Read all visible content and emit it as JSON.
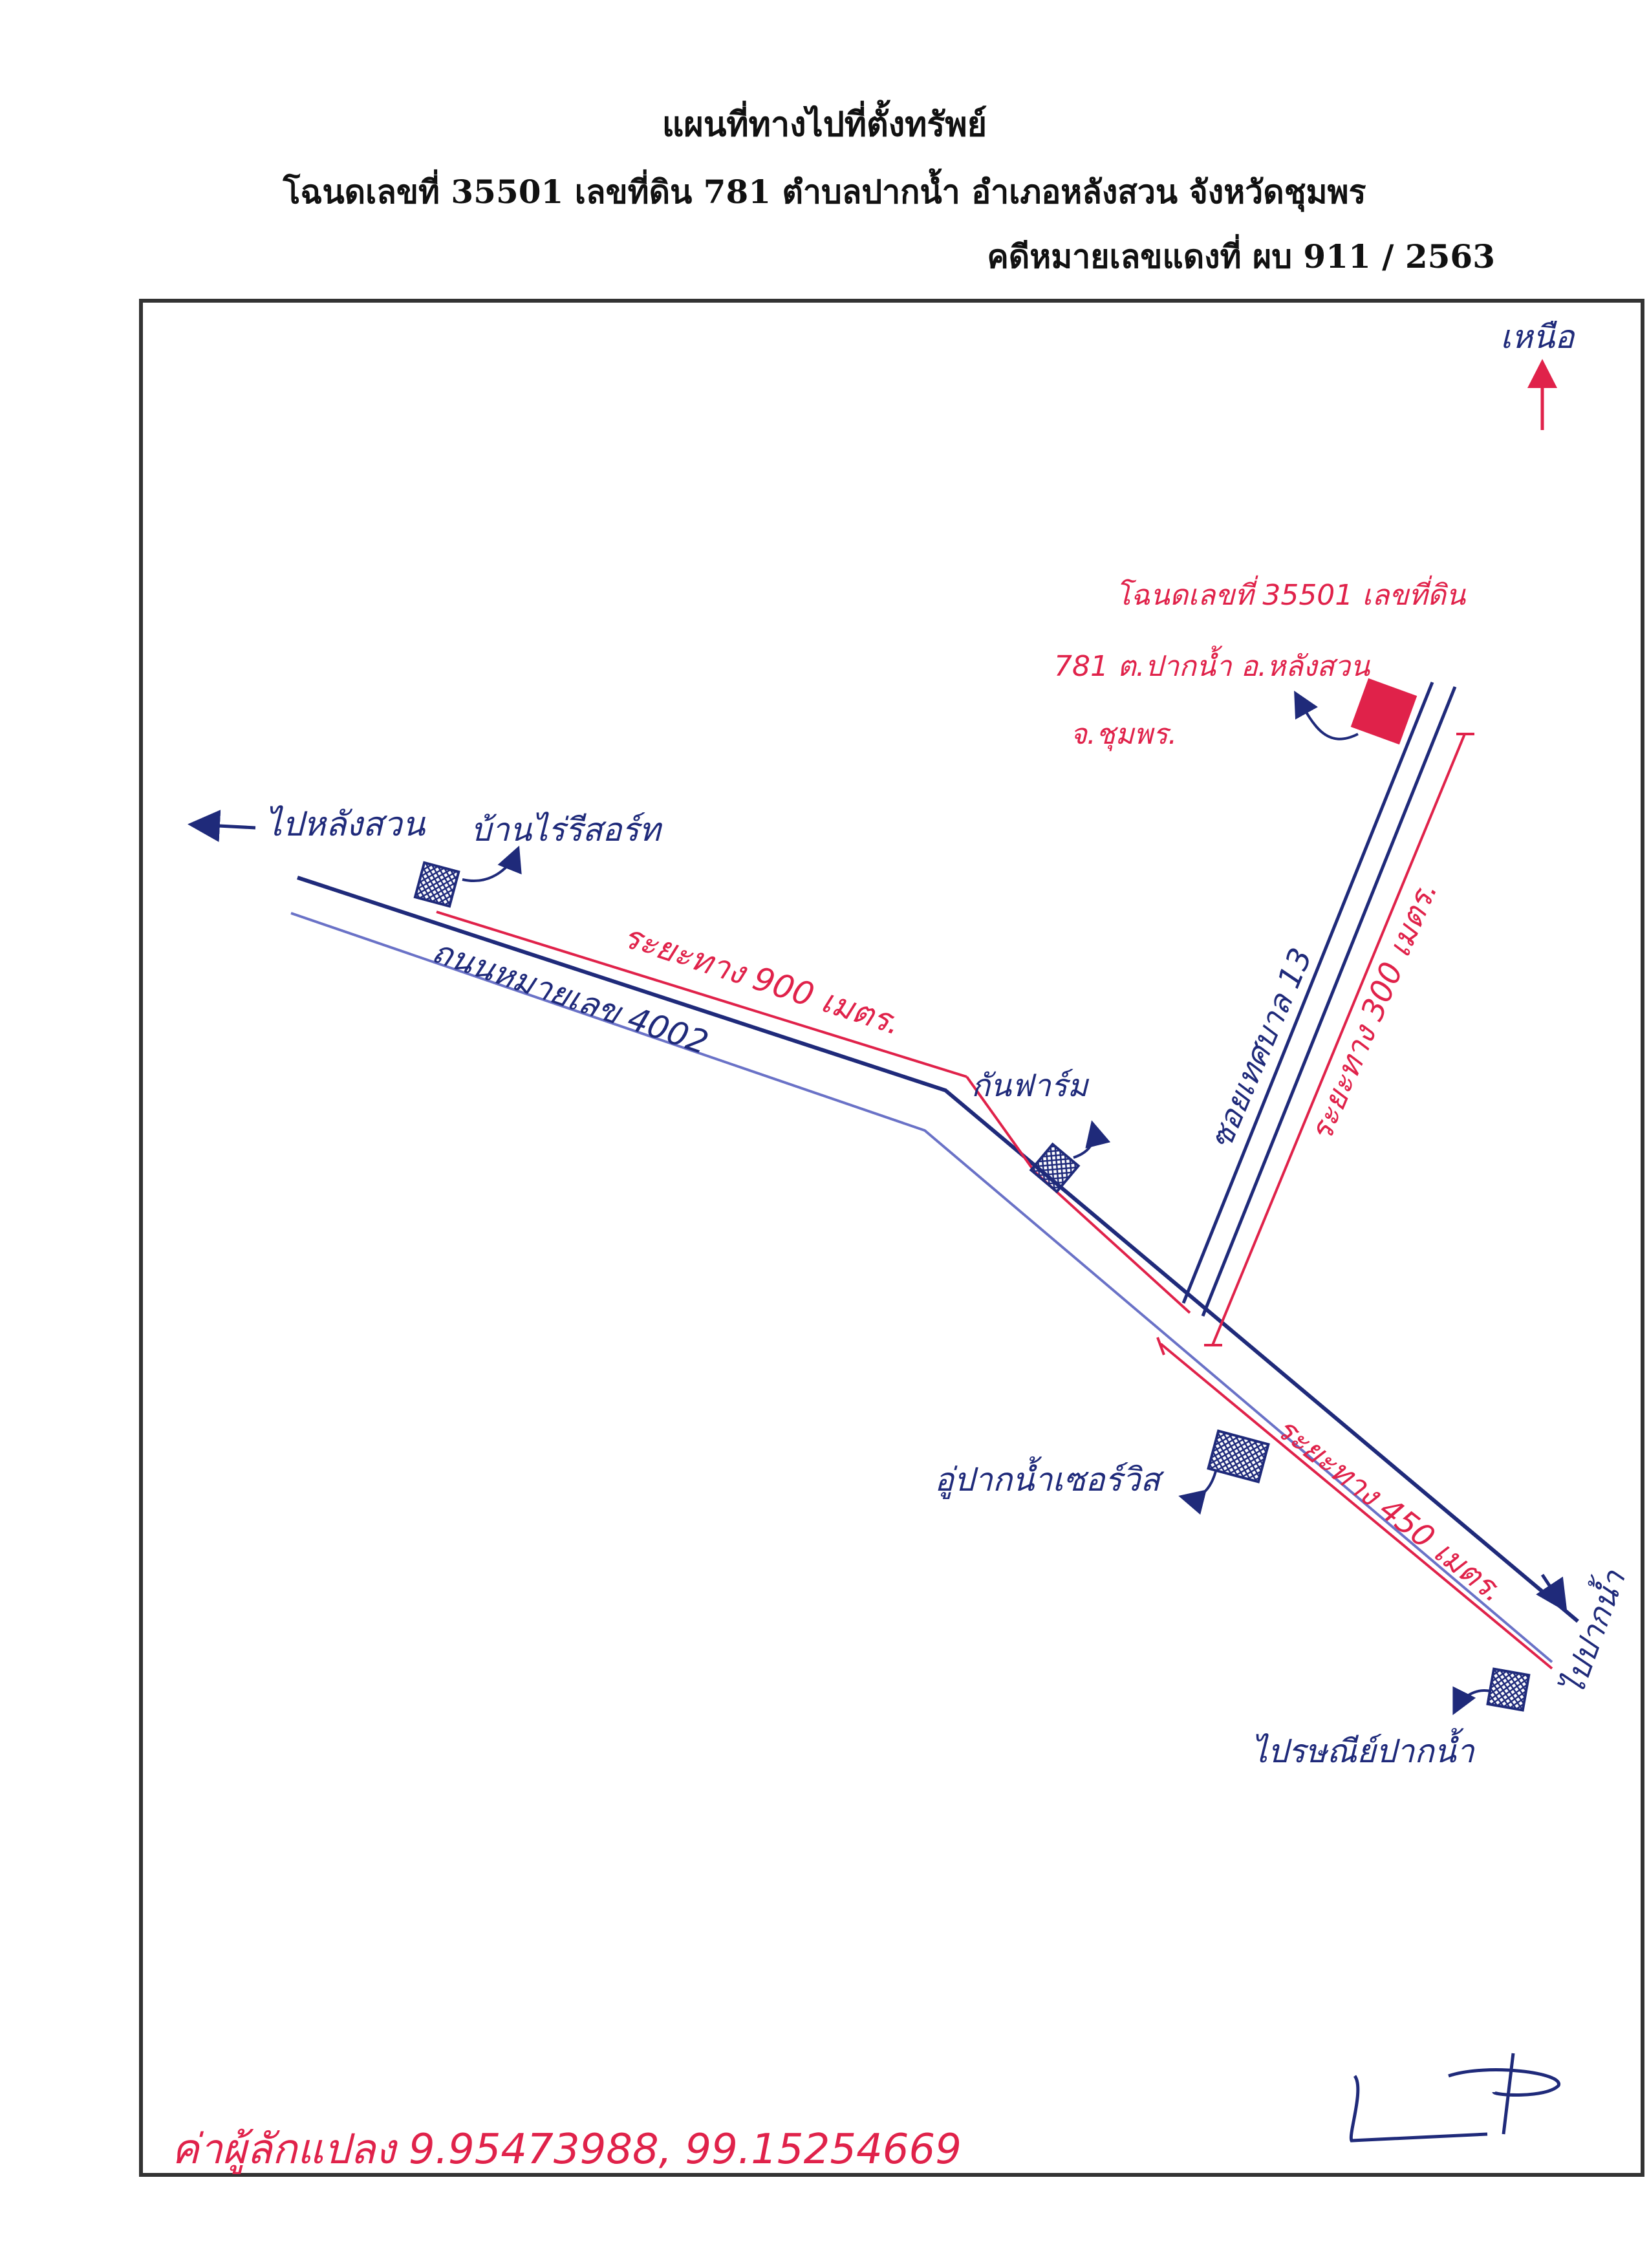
{
  "header": {
    "title": "แผนที่ทางไปที่ตั้งทรัพย์",
    "subtitle": "โฉนดเลขที่ 35501 เลขที่ดิน 781 ตำบลปากน้ำ อำเภอหลังสวน จังหวัดชุมพร",
    "case_number": "คดีหมายเลขแดงที่ ผบ 911 / 2563"
  },
  "map": {
    "north_label": "เหนือ",
    "property_label_lines": [
      "โฉนดเลขที่ 35501 เลขที่ดิน",
      "781 ต.ปากน้ำ อ.หลังสวน",
      "จ.ชุมพร."
    ],
    "to_langsuan": "ไปหลังสวน",
    "landmark_house": "บ้านไร่รีสอร์ท",
    "road_name": "ถนนหมายเลข 4002",
    "distance_900": "ระยะทาง 900 เมตร.",
    "landmark_farm": "กันฟาร์ม",
    "soi_name": "ซอยเทศบาล 13",
    "distance_300": "ระยะทาง 300 เมตร.",
    "landmark_garage": "อู่ปากน้ำเซอร์วิส",
    "distance_450": "ระยะทาง 450 เมตร.",
    "landmark_post": "ไปรษณีย์ปากน้ำ",
    "to_right": "ไปปากน้ำ",
    "footer_note": "ค่าผู้ลักแปลง 9.95473988, 99.15254669"
  },
  "colors": {
    "ink_blue": "#1f2a7a",
    "ink_red": "#e0224a",
    "frame": "#333333"
  }
}
